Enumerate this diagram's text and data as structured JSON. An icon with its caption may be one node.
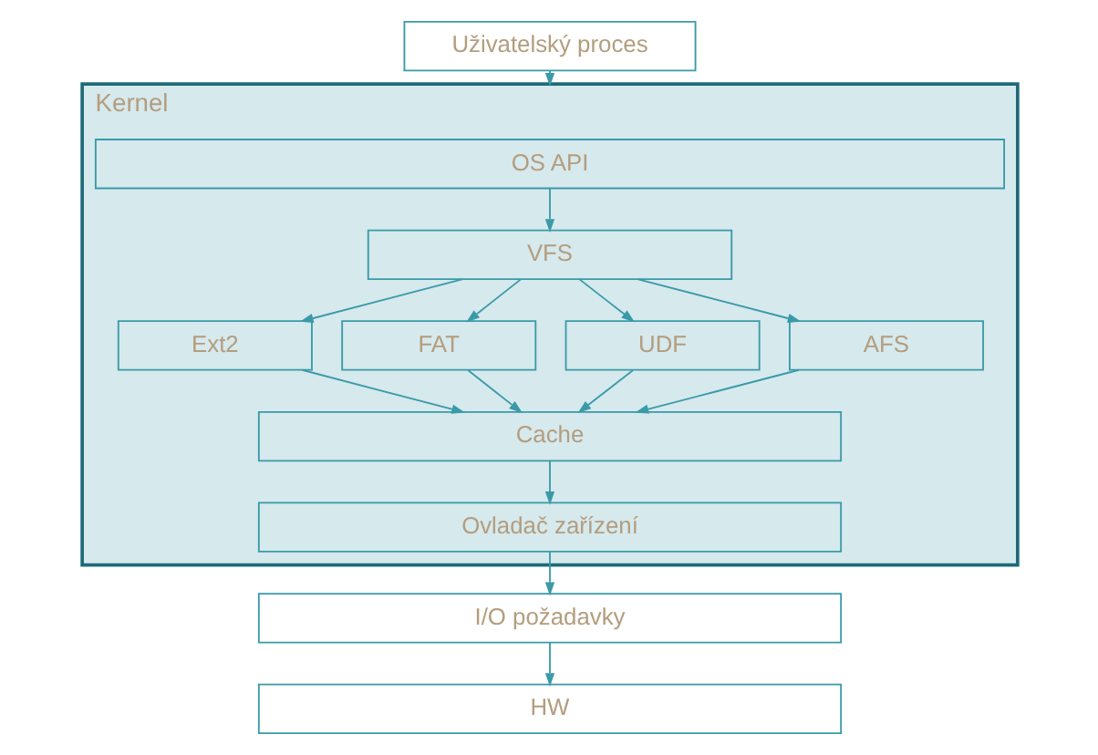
{
  "diagram": {
    "nodes": [
      {
        "text": [
          "Uživatelský proces"
        ]
      },
      {
        "text": [
          "Kernel"
        ]
      },
      {
        "text": [
          "OS API"
        ],
        "in": 1
      },
      {
        "text": [
          "VFS"
        ],
        "in": 1
      },
      {
        "text": [
          "Ext2"
        ],
        "in": 1
      },
      {
        "text": [
          "FAT"
        ],
        "in": 1
      },
      {
        "text": [
          "UDF"
        ],
        "in": 1
      },
      {
        "text": [
          "AFS"
        ],
        "in": 1
      },
      {
        "text": [
          "Cache"
        ],
        "in": 1
      },
      {
        "text": [
          "Ovladač zařízení"
        ],
        "in": 1
      },
      {
        "text": [
          "I/O požadavky"
        ]
      },
      {
        "text": [
          "HW"
        ]
      }
    ],
    "edges": [
      {
        "from": 0,
        "to": 1,
        "arrow": "to"
      },
      {
        "from": 2,
        "to": 3,
        "arrow": "to"
      },
      {
        "from": 3,
        "to": 4,
        "arrow": "to"
      },
      {
        "from": 3,
        "to": 5,
        "arrow": "to"
      },
      {
        "from": 3,
        "to": 6,
        "arrow": "to"
      },
      {
        "from": 3,
        "to": 7,
        "arrow": "to"
      },
      {
        "from": 4,
        "to": 8,
        "arrow": "to"
      },
      {
        "from": 5,
        "to": 8,
        "arrow": "to"
      },
      {
        "from": 6,
        "to": 8,
        "arrow": "to"
      },
      {
        "from": 7,
        "to": 8,
        "arrow": "to"
      },
      {
        "from": 8,
        "to": 9,
        "arrow": "to"
      },
      {
        "from": 9,
        "to": 10,
        "arrow": "to"
      },
      {
        "from": 10,
        "to": 11,
        "arrow": "to"
      }
    ]
  }
}
